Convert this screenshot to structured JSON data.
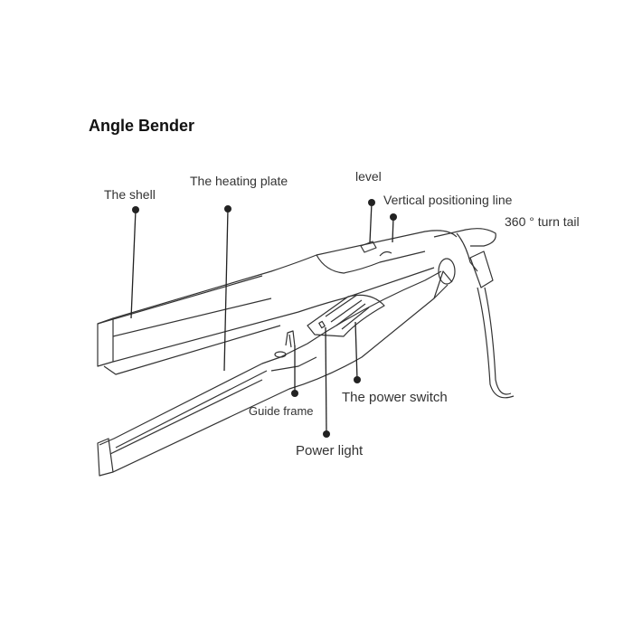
{
  "title": "Angle Bender",
  "labels": {
    "shell": "The shell",
    "heating_plate": "The heating plate",
    "level": "level",
    "vertical_line": "Vertical positioning line",
    "turn_tail": "360 ° turn tail",
    "power_switch": "The power switch",
    "guide_frame": "Guide frame",
    "power_light": "Power light"
  }
}
